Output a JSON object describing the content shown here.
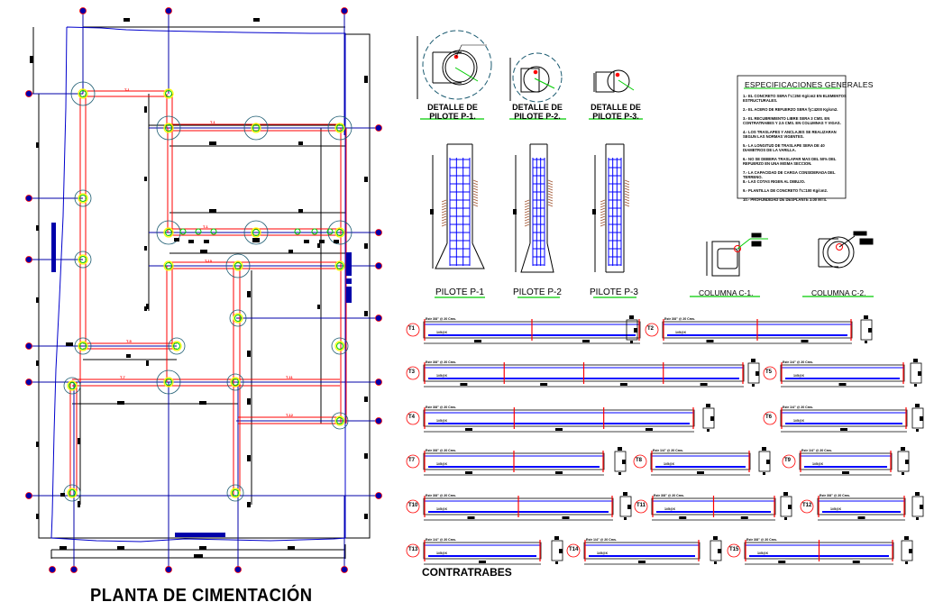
{
  "drawing": {
    "main_title": "PLANTA DE CIMENTACIÓN",
    "contratrabes_title": "CONTRATRABES"
  },
  "pile_details": [
    {
      "title_line1": "DETALLE DE",
      "title_line2": "PILOTE P-1."
    },
    {
      "title_line1": "DETALLE DE",
      "title_line2": "PILOTE P-2."
    },
    {
      "title_line1": "DETALLE DE",
      "title_line2": "PILOTE P-3."
    }
  ],
  "pile_elevations": [
    {
      "title": "PILOTE  P-1"
    },
    {
      "title": "PILOTE  P-2"
    },
    {
      "title": "PILOTE  P-3"
    }
  ],
  "columns": [
    {
      "title": "COLUMNA C-1."
    },
    {
      "title": "COLUMNA C-2."
    }
  ],
  "specifications": {
    "title": "ESPECIFICACIONES GENERALES",
    "items": [
      "1.- EL CONCRETO SERA f'c=250 Kg/cm2 EN ELEMENTOS ESTRUCTURALES.",
      "2.- EL ACERO DE REFUERZO SERA fy=4200 Kg/cm2.",
      "3.- EL RECUBRIMIENTO LIBRE SERA 3 CMS. EN CONTRATRABES Y 2.5 CMS. EN COLUMNAS Y VIGAS.",
      "4.- LOS TRASLAPES Y ANCLAJES SE REALIZARAN SEGUN LAS NORMAS VIGENTES.",
      "5.- LA LONGITUD DE TRASLAPE SERA DE 40 DIAMETROS DE LA VARILLA.",
      "6.- NO SE DEBERA TRASLAPAR MAS DEL 50% DEL REFUERZO EN UNA MISMA SECCION.",
      "7.- LA CAPACIDAD DE CARGA CONSIDERADA DEL TERRENO.",
      "8.- LAS COTAS RIGEN AL DIBUJO.",
      "9.- PLANTILLA DE CONCRETO f'c=100 Kg/cm2.",
      "10.- PROFUNDIDAD DE DESPLANTE 3.00 MTS."
    ]
  },
  "beams": [
    {
      "tag": "T1",
      "note": "Estr 3/8\" @ 20 Cms.",
      "bars": "1#5@X",
      "spans": 2
    },
    {
      "tag": "T2",
      "note": "Estr 3/8\" @ 20 Cms.",
      "bars": "1#5@X",
      "spans": 2
    },
    {
      "tag": "T3",
      "note": "Estr 3/8\" @ 20 Cms.",
      "bars": "1#5@X",
      "spans": 4
    },
    {
      "tag": "T5",
      "note": "Estr 1/4\" @ 20 Cms.",
      "bars": "1#5@X",
      "spans": 1
    },
    {
      "tag": "T4",
      "note": "Estr 3/8\" @ 20 Cms.",
      "bars": "1#5@X",
      "spans": 3
    },
    {
      "tag": "T6",
      "note": "Estr 1/4\" @ 20 Cms.",
      "bars": "1#5@X",
      "spans": 1
    },
    {
      "tag": "T7",
      "note": "Estr 3/8\" @ 20 Cms.",
      "bars": "1#5@X",
      "spans": 2
    },
    {
      "tag": "T8",
      "note": "Estr 1/4\" @ 20 Cms.",
      "bars": "1#5@X",
      "spans": 1
    },
    {
      "tag": "T9",
      "note": "Estr 1/4\" @ 20 Cms.",
      "bars": "1#5@X",
      "spans": 1
    },
    {
      "tag": "T10",
      "note": "Estr 3/8\" @ 20 Cms.",
      "bars": "1#5@X",
      "spans": 2
    },
    {
      "tag": "T11",
      "note": "Estr 3/8\" @ 20 Cms.",
      "bars": "1#5@X",
      "spans": 2
    },
    {
      "tag": "T12",
      "note": "Estr 3/8\" @ 20 Cms.",
      "bars": "1#5@X",
      "spans": 1
    },
    {
      "tag": "T13",
      "note": "Estr 1/4\" @ 20 Cms.",
      "bars": "1#5@X",
      "spans": 1
    },
    {
      "tag": "T14",
      "note": "Estr 1/4\" @ 20 Cms.",
      "bars": "1#5@X",
      "spans": 1
    },
    {
      "tag": "T15",
      "note": "Estr 3/8\" @ 20 Cms.",
      "bars": "1#5@X",
      "spans": 2
    }
  ],
  "colors": {
    "axis": "#0000aa",
    "beam": "#ff0000",
    "pile_outer": "#1a5a70",
    "pile_ring": "#ffff00",
    "pile_inner": "#00cc00",
    "rebar": "#0000ff",
    "soil": "#a0522d",
    "underline": "#00cc00"
  }
}
